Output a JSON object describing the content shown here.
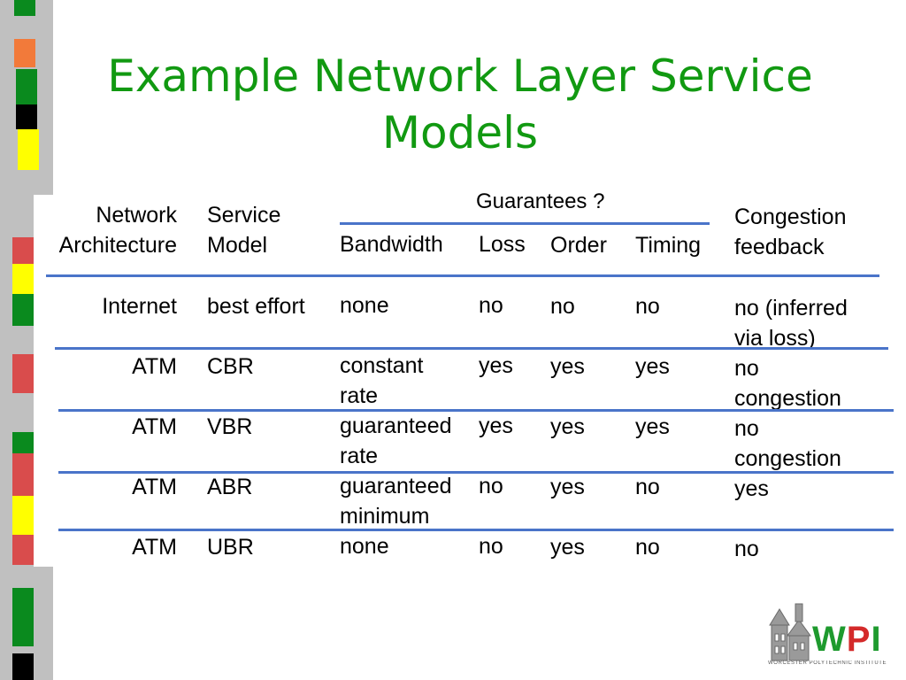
{
  "slide": {
    "title_line1": "Example Network Layer Service",
    "title_line2": "Models"
  },
  "table": {
    "guarantees_header": "Guarantees ?",
    "headers": {
      "network_architecture": [
        "Network",
        "Architecture"
      ],
      "service_model": [
        "Service",
        "Model"
      ],
      "bandwidth": "Bandwidth",
      "loss": "Loss",
      "order": "Order",
      "timing": "Timing",
      "congestion_feedback": [
        "Congestion",
        "feedback"
      ]
    },
    "rows": [
      {
        "architecture": "Internet",
        "service": "best effort",
        "bandwidth": [
          "none"
        ],
        "loss": "no",
        "order": "no",
        "timing": "no",
        "congestion": [
          "no (inferred",
          "via loss)"
        ]
      },
      {
        "architecture": "ATM",
        "service": "CBR",
        "bandwidth": [
          "constant",
          "rate"
        ],
        "loss": "yes",
        "order": "yes",
        "timing": "yes",
        "congestion": [
          "no",
          "congestion"
        ]
      },
      {
        "architecture": "ATM",
        "service": "VBR",
        "bandwidth": [
          "guaranteed",
          "rate"
        ],
        "loss": "yes",
        "order": "yes",
        "timing": "yes",
        "congestion": [
          "no",
          "congestion"
        ]
      },
      {
        "architecture": "ATM",
        "service": "ABR",
        "bandwidth": [
          "guaranteed",
          "minimum"
        ],
        "loss": "no",
        "order": "yes",
        "timing": "no",
        "congestion": [
          "yes"
        ]
      },
      {
        "architecture": "ATM",
        "service": "UBR",
        "bandwidth": [
          "none"
        ],
        "loss": "no",
        "order": "yes",
        "timing": "no",
        "congestion": [
          "no"
        ]
      }
    ]
  },
  "logo": {
    "text": "WPI",
    "subtext": "WORCESTER POLYTECHNIC INSTITUTE"
  },
  "colors": {
    "title": "#119911",
    "rule": "#4a74c9",
    "logo_green": "#1e9a2e",
    "logo_red": "#d42a2a",
    "stripe_green": "#0a8a1e",
    "stripe_orange": "#f27a3a",
    "stripe_yellow": "#ffff00",
    "stripe_red": "#d94c4c"
  }
}
